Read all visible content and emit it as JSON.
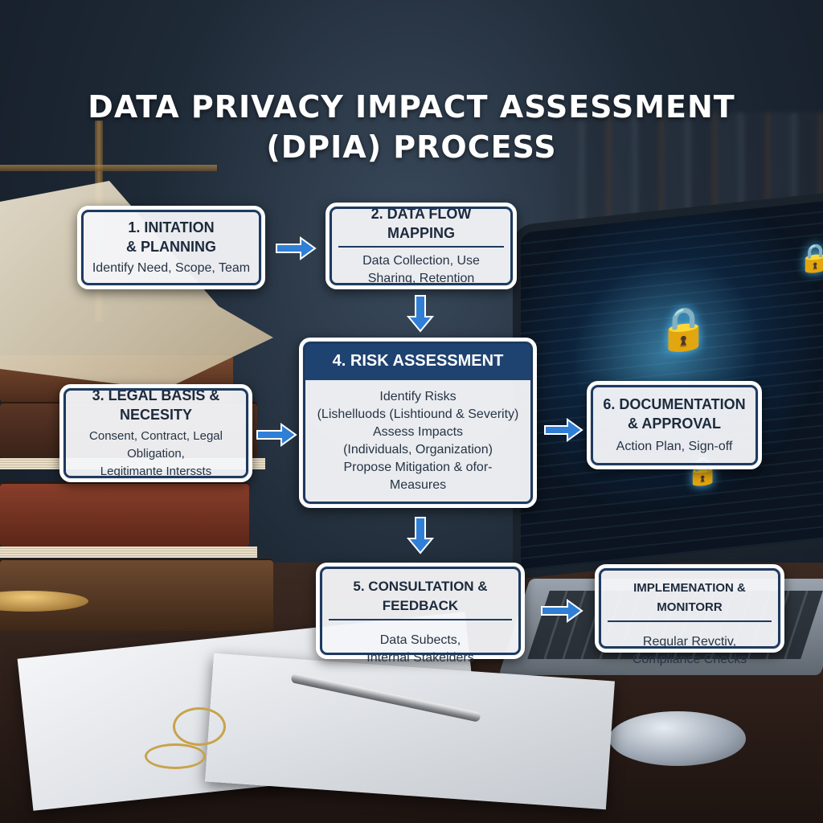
{
  "title": {
    "line1": "DATA PRIVACY IMPACT ASSESSMENT",
    "line2": "(DPIA) PROCESS"
  },
  "steps": [
    {
      "title_line1": "1. INITATION",
      "title_line2": "& PLANNING",
      "body": [
        "Identify Need, Scope, Team"
      ]
    },
    {
      "title_line1": "2. DATA FLOW MAPPING",
      "title_line2": "",
      "body": [
        "Data Collection, Use",
        "Sharing, Retention"
      ]
    },
    {
      "title_line1": "3. LEGAL BASIS &",
      "title_line2": "NECESITY",
      "body": [
        "Consent, Contract, Legal Obligation,",
        "Legitimante Interssts"
      ]
    },
    {
      "title_line1": "4. RISK ASSESSMENT",
      "title_line2": "",
      "body": [
        "Identify Risks",
        "(Lishelluods (Lishtiound & Severity)",
        "Assess Impacts",
        "(Individuals, Organization)",
        "Propose Mitigation & ofor-",
        "Measures"
      ]
    },
    {
      "title_line1": "5. CONSULTATION & FEEDBACK",
      "title_line2": "",
      "body": [
        "Data Subects,",
        "Internal Stakelders"
      ]
    },
    {
      "title_line1": "6. DOCUMENTATION",
      "title_line2": "& APPROVAL",
      "body": [
        "Action Plan, Sign-off"
      ]
    },
    {
      "title_line1": "IMPLEMENATION & MONITORR",
      "title_line2": "",
      "body": [
        "Regular Revctiv,",
        "Compliance Checks"
      ]
    }
  ],
  "colors": {
    "box_border": "#1e3a5f",
    "banner": "#1f4371",
    "arrow": "#2f7fd6",
    "title": "#ffffff"
  },
  "icons": [
    "arrow-right-icon",
    "arrow-down-icon",
    "lock-icon"
  ]
}
